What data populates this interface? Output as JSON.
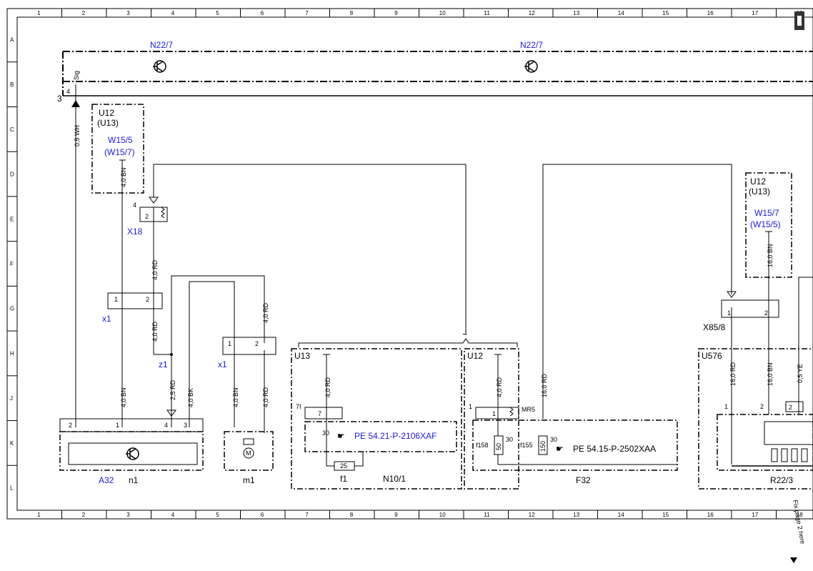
{
  "frame": {
    "columns": [
      "1",
      "2",
      "3",
      "4",
      "5",
      "6",
      "7",
      "8",
      "9",
      "10",
      "11",
      "12",
      "13",
      "14",
      "15",
      "16",
      "17",
      "18"
    ],
    "rows": [
      "A",
      "B",
      "C",
      "D",
      "E",
      "F",
      "G",
      "H",
      "J",
      "K",
      "L"
    ]
  },
  "labels": {
    "n22_left": "N22/7",
    "n22_right": "N22/7",
    "pin3": "3",
    "pin4": "4",
    "sig": "Sig",
    "u12_box": "U12",
    "u13_box": "(U13)",
    "w15_5": "W15/5",
    "w15_7p": "(W15/7)",
    "x18": "X18",
    "x18_pin4": "4",
    "x18_pin2": "2",
    "x1_left": "x1",
    "x1_left_p1": "1",
    "x1_left_p2": "2",
    "z1": "z1",
    "x1_mid": "x1",
    "x1_mid_p1": "1",
    "x1_mid_p2": "2",
    "a32": "A32",
    "n1": "n1",
    "a32_p2": "2",
    "a32_p1": "1",
    "a32_p4": "4",
    "a32_p3": "3",
    "m1": "m1",
    "u13_n10": "U13",
    "n10_7i": "7I",
    "n10_7": "7",
    "n10_30": "30",
    "pe_1": "PE 54.21-P-2106XAF",
    "f1_fuse": "25",
    "f1": "f1",
    "n10_1": "N10/1",
    "u12_f32": "U12",
    "f32_p1": "1",
    "f32_p1b": "1",
    "mr5": "MR5",
    "f158": "f158",
    "f158_v": "50",
    "f158_30": "30",
    "f155": "f155",
    "f155_v": "150",
    "f155_30": "30",
    "pe_2": "PE 54.15-P-2502XAA",
    "f32": "F32",
    "u12_r": "U12",
    "u13_r": "(U13)",
    "w15_7": "W15/7",
    "w15_5p": "(W15/5)",
    "x85": "X85/8",
    "x85_p1": "1",
    "x85_p2": "2",
    "u576": "U576",
    "u576_p1": "1",
    "u576_p2": "2",
    "u576_p2b": "2",
    "r22": "R22/3",
    "fix_note": "Fix page 2 here"
  },
  "wires": {
    "w_05wh": "0,5 WH",
    "w_40bn_u12": "4,0 BN",
    "w_40rd_x18": "4,0 RD",
    "w_40rd_x1": "4,0 RD",
    "w_40rd_top": "4,0 RD",
    "w_40bn_a1": "4,0 BN",
    "w_25rd": "2,5 RD",
    "w_40bk": "4,0 BK",
    "w_40bn_m1": "4,0 BN",
    "w_40rd_m1": "4,0 RD",
    "w_40rd_n10": "4,0 RD",
    "w_40rd_f32": "4,0 RD",
    "w_160rd_f32": "16,0 RD",
    "w_160bn_r": "16,0 BN",
    "w_160rd_r": "16,0 RD",
    "w_160bn_r2": "16,0 BN",
    "w_05ye": "0,5 YE"
  }
}
